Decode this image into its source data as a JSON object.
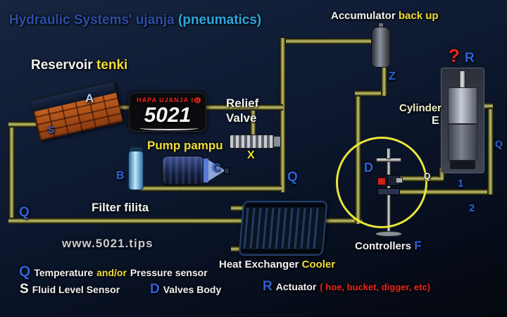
{
  "title": {
    "main": "Hydraulic Systems' ujanja",
    "accent": "(pneumatics)"
  },
  "logo": {
    "line1": "HAPA UJANJA tu",
    "line2": "5021"
  },
  "watermark": "www.5021.tips",
  "reservoir": {
    "label": "Reservoir",
    "label2": "tenki",
    "marker": "A",
    "sensor": "S"
  },
  "accumulator": {
    "label": "Accumulator",
    "label2": "back up",
    "marker": "Z"
  },
  "relief": {
    "line1": "Relief",
    "line2": "Valve",
    "marker": "X"
  },
  "pump": {
    "label": "Pump",
    "label2": "pampu",
    "marker": "C"
  },
  "filter": {
    "label": "Filter",
    "label2": "filita",
    "marker": "B"
  },
  "cylinder": {
    "label": "Cylinder",
    "marker": "E",
    "question": "?",
    "r": "R"
  },
  "controllers": {
    "label": "Controllers",
    "marker": "F",
    "d": "D"
  },
  "heat_exchanger": {
    "label": "Heat Exchanger",
    "label2": "Cooler"
  },
  "pipe_markers": {
    "q_supply": "Q",
    "q_return": "Q",
    "q_cyl_small": "Q",
    "q_right": "Q",
    "line1": "1",
    "line2": "2"
  },
  "legend": {
    "q_letter": "Q",
    "q_text1": "Temperature",
    "q_text2": "and/or",
    "q_text3": "Pressure sensor",
    "s_letter": "S",
    "s_text": "Fluid Level Sensor",
    "d_letter": "D",
    "d_text": "Valves Body",
    "r_letter": "R",
    "r_text": "Actuator",
    "r_red": "( hoe, bucket, digger, etc)"
  },
  "colors": {
    "pipe": "#82823b",
    "yellow": "#f0de35",
    "blue": "#2e62d9",
    "red": "#e8281e",
    "cyan": "#2aa9e0",
    "title_navy": "#2a4fa8",
    "background": "#0e1a32"
  }
}
